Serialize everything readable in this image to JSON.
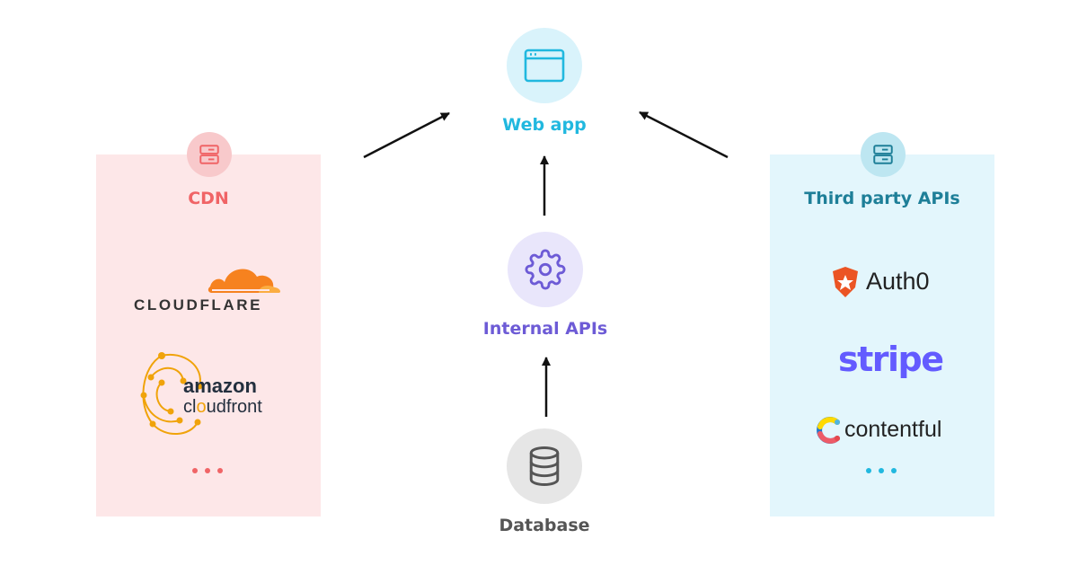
{
  "nodes": {
    "web_app": {
      "label": "Web app",
      "color": "#21b8df",
      "circle": "#d9f3fb",
      "icon": "browser-window-icon"
    },
    "internal_apis": {
      "label": "Internal APIs",
      "color": "#6d5bd6",
      "circle": "#e9e6fb",
      "icon": "gear-icon"
    },
    "database": {
      "label": "Database",
      "color": "#555555",
      "circle": "#e6e6e6",
      "icon": "database-icon"
    }
  },
  "groups": {
    "cdn": {
      "label": "CDN",
      "color": "#f06466",
      "background": "#fde7e8",
      "icon": "server-icon",
      "logos": [
        {
          "name": "cloudflare",
          "text": "CLOUDFLARE"
        },
        {
          "name": "amazon-cloudfront",
          "line1": "amazon",
          "line2_before": "cl",
          "line2_accent": "o",
          "line2_after": "udfront"
        }
      ]
    },
    "third_party": {
      "label": "Third party APIs",
      "color": "#1e7f98",
      "background": "#e3f6fc",
      "icon": "server-icon",
      "logos": [
        {
          "name": "auth0",
          "text": "Auth0"
        },
        {
          "name": "stripe",
          "text": "stripe"
        },
        {
          "name": "contentful",
          "text": "contentful"
        }
      ]
    }
  },
  "edges": [
    {
      "from": "cdn",
      "to": "web_app"
    },
    {
      "from": "third_party",
      "to": "web_app"
    },
    {
      "from": "internal_apis",
      "to": "web_app"
    },
    {
      "from": "database",
      "to": "internal_apis"
    }
  ]
}
